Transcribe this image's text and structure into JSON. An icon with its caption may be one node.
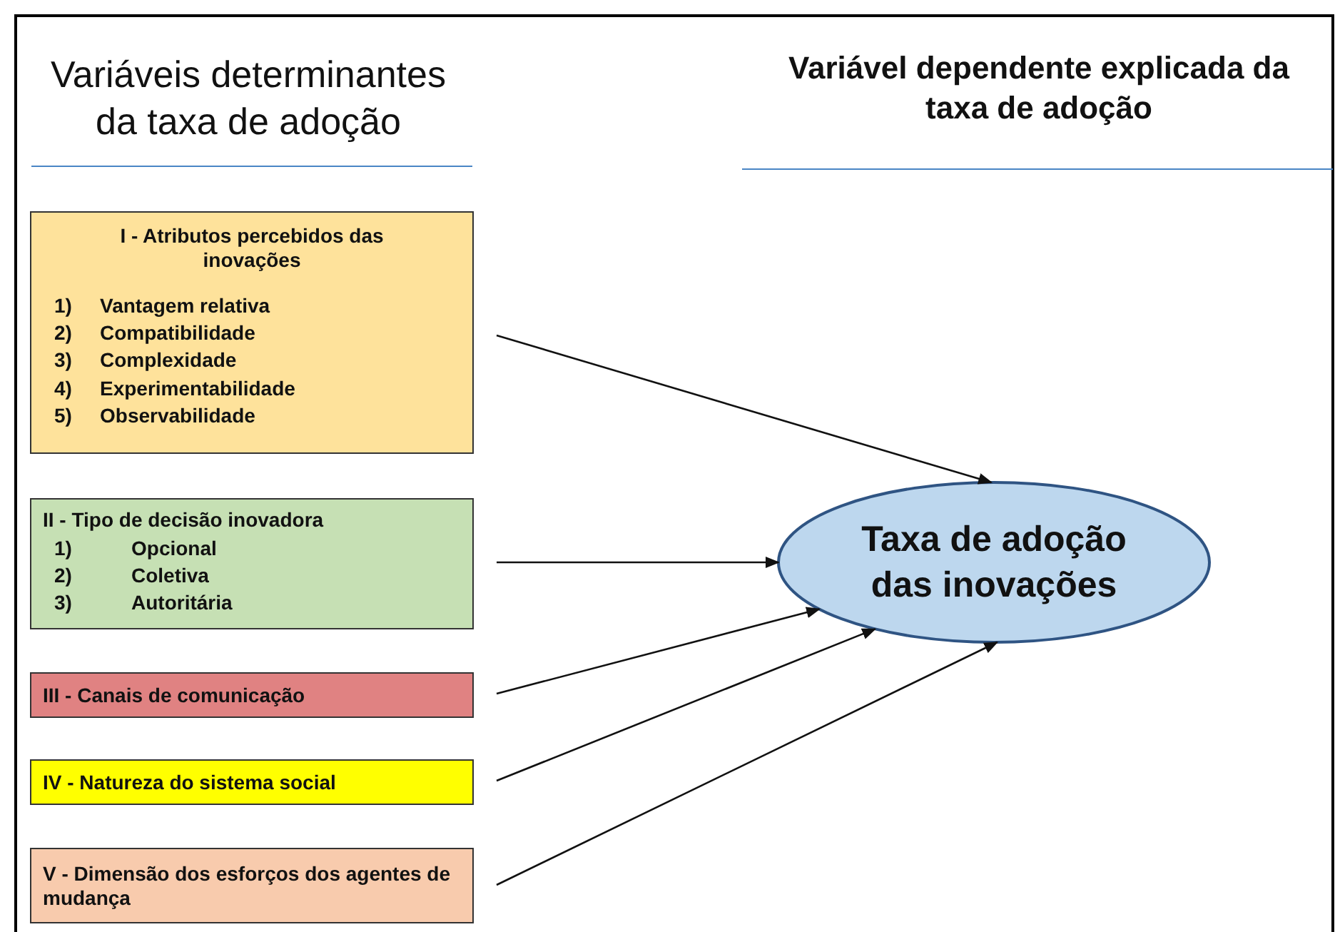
{
  "diagram": {
    "nodes": [
      {
        "text": [
          "I - Atributos percebidos das inovações",
          "1) Vantagem relativa",
          "2) Compatibilidade",
          "3) Complexidade",
          "4) Experimentabilidade",
          "5) Observabilidade"
        ]
      },
      {
        "text": [
          "II - Tipo de decisão inovadora",
          "1) Opcional",
          "2) Coletiva",
          "3) Autoritária"
        ]
      },
      {
        "text": [
          "III - Canais de comunicação"
        ]
      },
      {
        "text": [
          "IV - Natureza do sistema social"
        ]
      },
      {
        "text": [
          "V - Dimensão dos esforços dos agentes de mudança"
        ]
      },
      {
        "text": [
          "Taxa de adoção das inovações"
        ]
      }
    ],
    "edges": [
      {
        "from": 0,
        "to": 5,
        "arrow": "to"
      },
      {
        "from": 1,
        "to": 5,
        "arrow": "to"
      },
      {
        "from": 2,
        "to": 5,
        "arrow": "to"
      },
      {
        "from": 3,
        "to": 5,
        "arrow": "to"
      },
      {
        "from": 4,
        "to": 5,
        "arrow": "to"
      }
    ],
    "labels": [
      "Variáveis determinantes da taxa de adoção",
      "Variável dependente explicada da taxa de adoção"
    ]
  }
}
